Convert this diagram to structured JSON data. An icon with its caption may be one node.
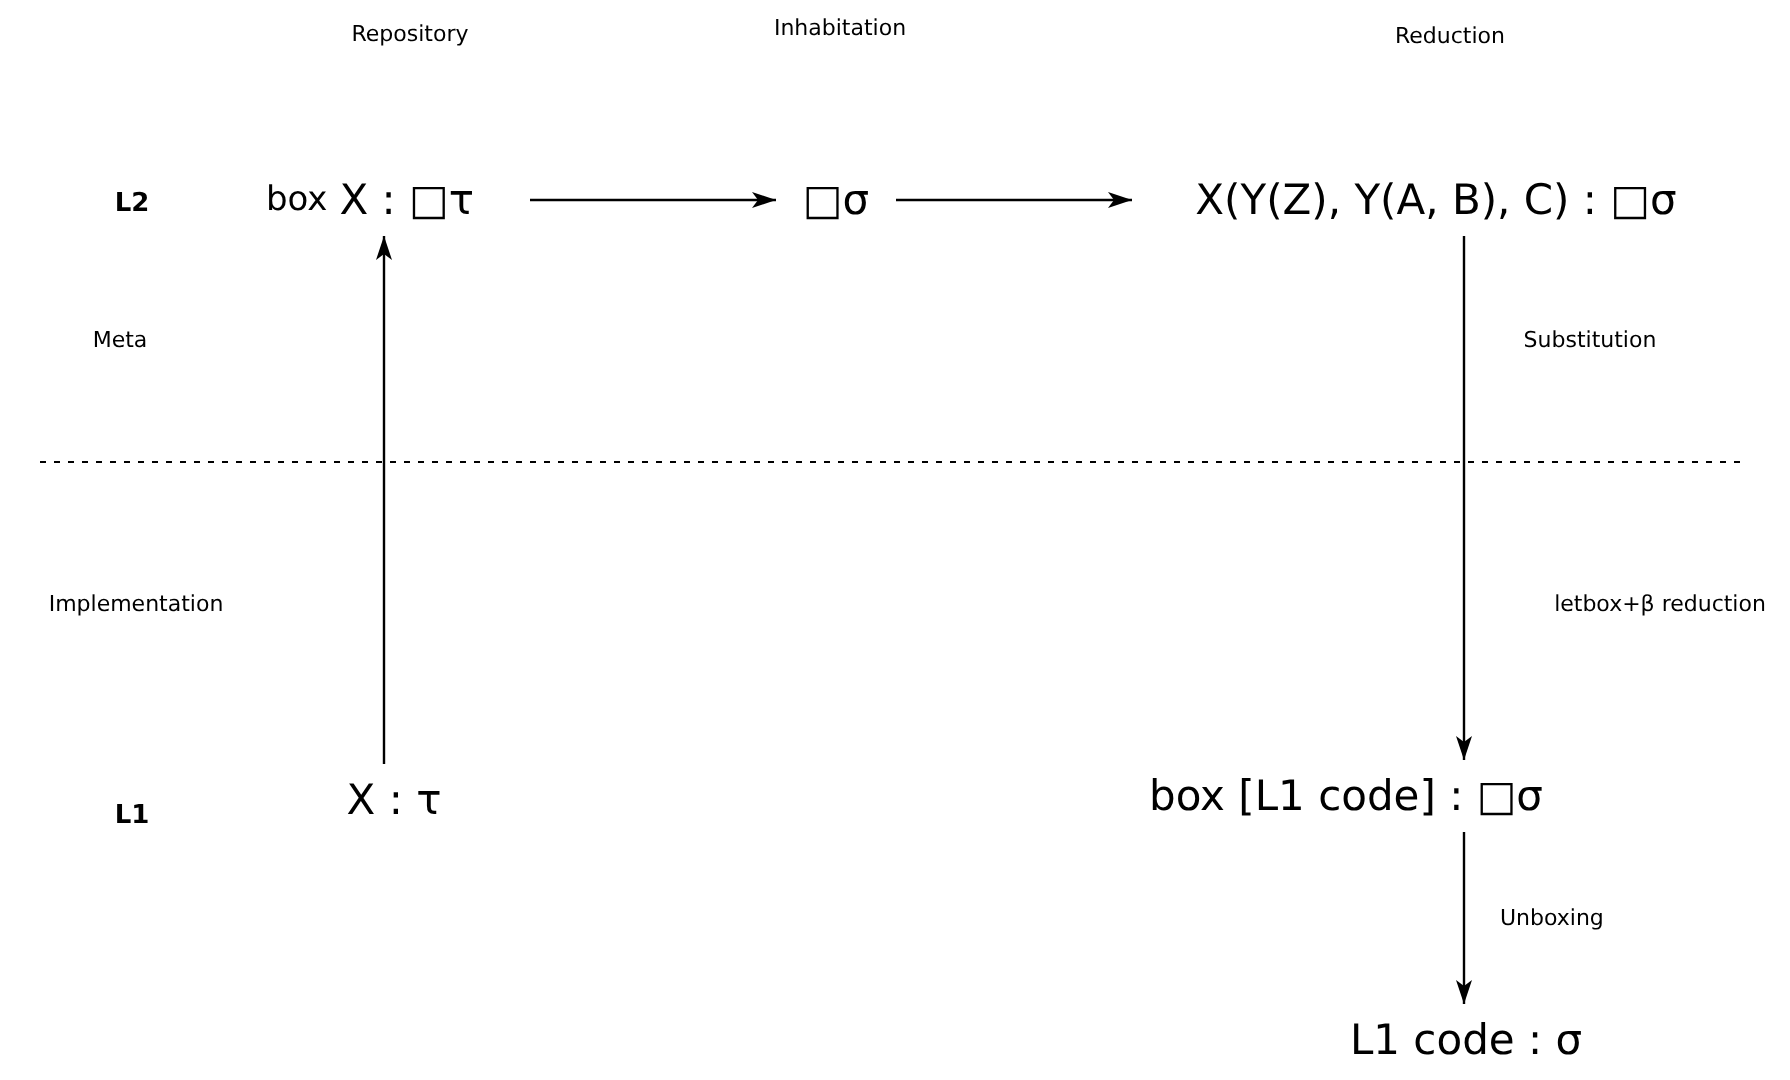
{
  "diagram": {
    "nodes": [
      {
        "text": [
          "box",
          "X : □τ"
        ]
      },
      {
        "text": [
          "□σ"
        ]
      },
      {
        "text": [
          "X(Y(Z), Y(A, B), C) : □σ"
        ]
      },
      {
        "text": [
          "X : τ"
        ]
      },
      {
        "text": [
          "box [L1 code] : □σ"
        ]
      },
      {
        "text": [
          "L1 code : σ"
        ]
      }
    ],
    "edges": [
      {
        "from": 0,
        "to": 1,
        "arrow": "to"
      },
      {
        "from": 1,
        "to": 2,
        "arrow": "to"
      },
      {
        "from": 3,
        "to": 0,
        "arrow": "to"
      },
      {
        "from": 2,
        "to": 4,
        "arrow": "to"
      },
      {
        "from": 4,
        "to": 5,
        "arrow": "to",
        "label": "Unboxing"
      }
    ],
    "labels": [
      "Repository",
      "Inhabitation",
      "Reduction",
      "L2",
      "Meta",
      "Substitution",
      "Implementation",
      "letbox+β reduction",
      "L1"
    ]
  }
}
